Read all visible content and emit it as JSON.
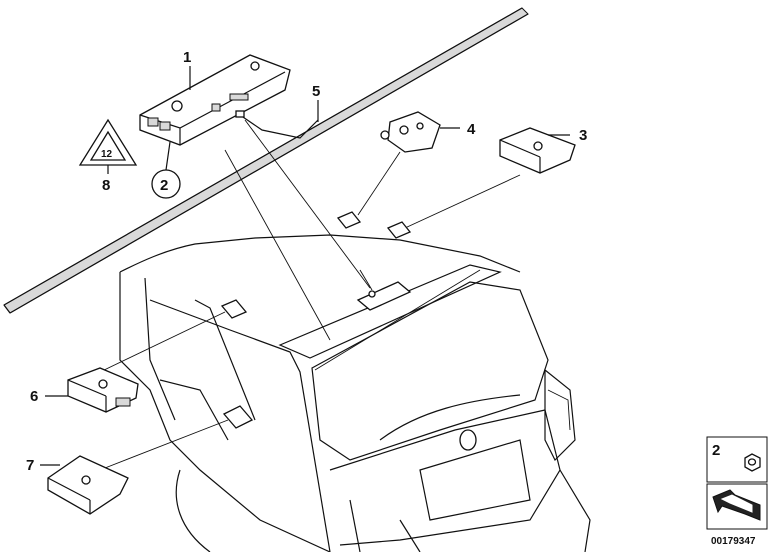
{
  "callouts": {
    "c1": "1",
    "c2": "2",
    "c3": "3",
    "c4": "4",
    "c5": "5",
    "c6": "6",
    "c7": "7",
    "c8": "8"
  },
  "legend": {
    "part_number": "2"
  },
  "footer": {
    "diagram_id": "00179347"
  },
  "warning_label": {
    "text": "12"
  }
}
